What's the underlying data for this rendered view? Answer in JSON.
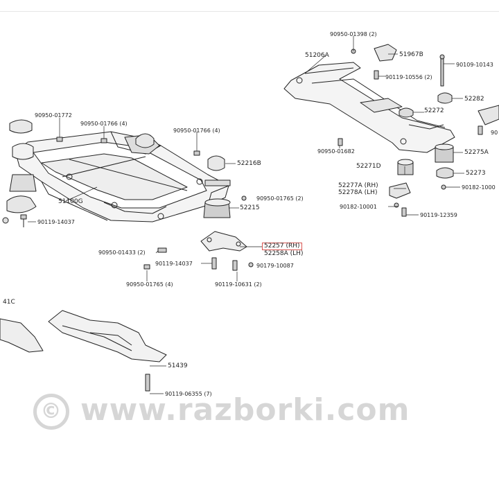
{
  "labels": {
    "l_90950_01398": "90950-01398 (2)",
    "l_51206A": "51206A",
    "l_51967B": "51967B",
    "l_90109_10143": "90109-10143",
    "l_90119_10556": "90119-10556 (2)",
    "l_52282": "52282",
    "l_52272": "52272",
    "l_90_partial": "90",
    "l_52275A": "52275A",
    "l_90950_01682": "90950-01682",
    "l_52271D": "52271D",
    "l_52273": "52273",
    "l_52277A": "52277A (RH)",
    "l_52278A": "52278A (LH)",
    "l_90182_10001_r": "90182-1000",
    "l_90182_10001": "90182-10001",
    "l_90119_12359": "90119-12359",
    "l_90950_01772": "90950-01772",
    "l_90950_01766_4a": "90950-01766 (4)",
    "l_90950_01766_4b": "90950-01766 (4)",
    "l_52216B": "52216B",
    "l_51100G": "51100G",
    "l_90950_01765_2": "90950-01765 (2)",
    "l_52215": "52215",
    "l_90119_14037_a": "90119-14037",
    "l_52257": "52257  (RH)",
    "l_52258A": "52258A (LH)",
    "l_90950_01433": "90950-01433 (2)",
    "l_90119_14037_b": "90119-14037",
    "l_90179_10087": "90179-10087",
    "l_90950_01765_4": "90950-01765 (4)",
    "l_90119_10631": "90119-10631 (2)",
    "l_41C": "41C",
    "l_51439": "51439",
    "l_90119_06355": "90119-06355 (7)"
  },
  "watermark": {
    "symbol": "©",
    "text": "www.razborki.com"
  },
  "colors": {
    "line": "#222222",
    "fill_light": "#f2f2f2",
    "fill_mid": "#dcdcdc",
    "highlight": "#d9534f",
    "watermark": "#d6d6d6"
  }
}
